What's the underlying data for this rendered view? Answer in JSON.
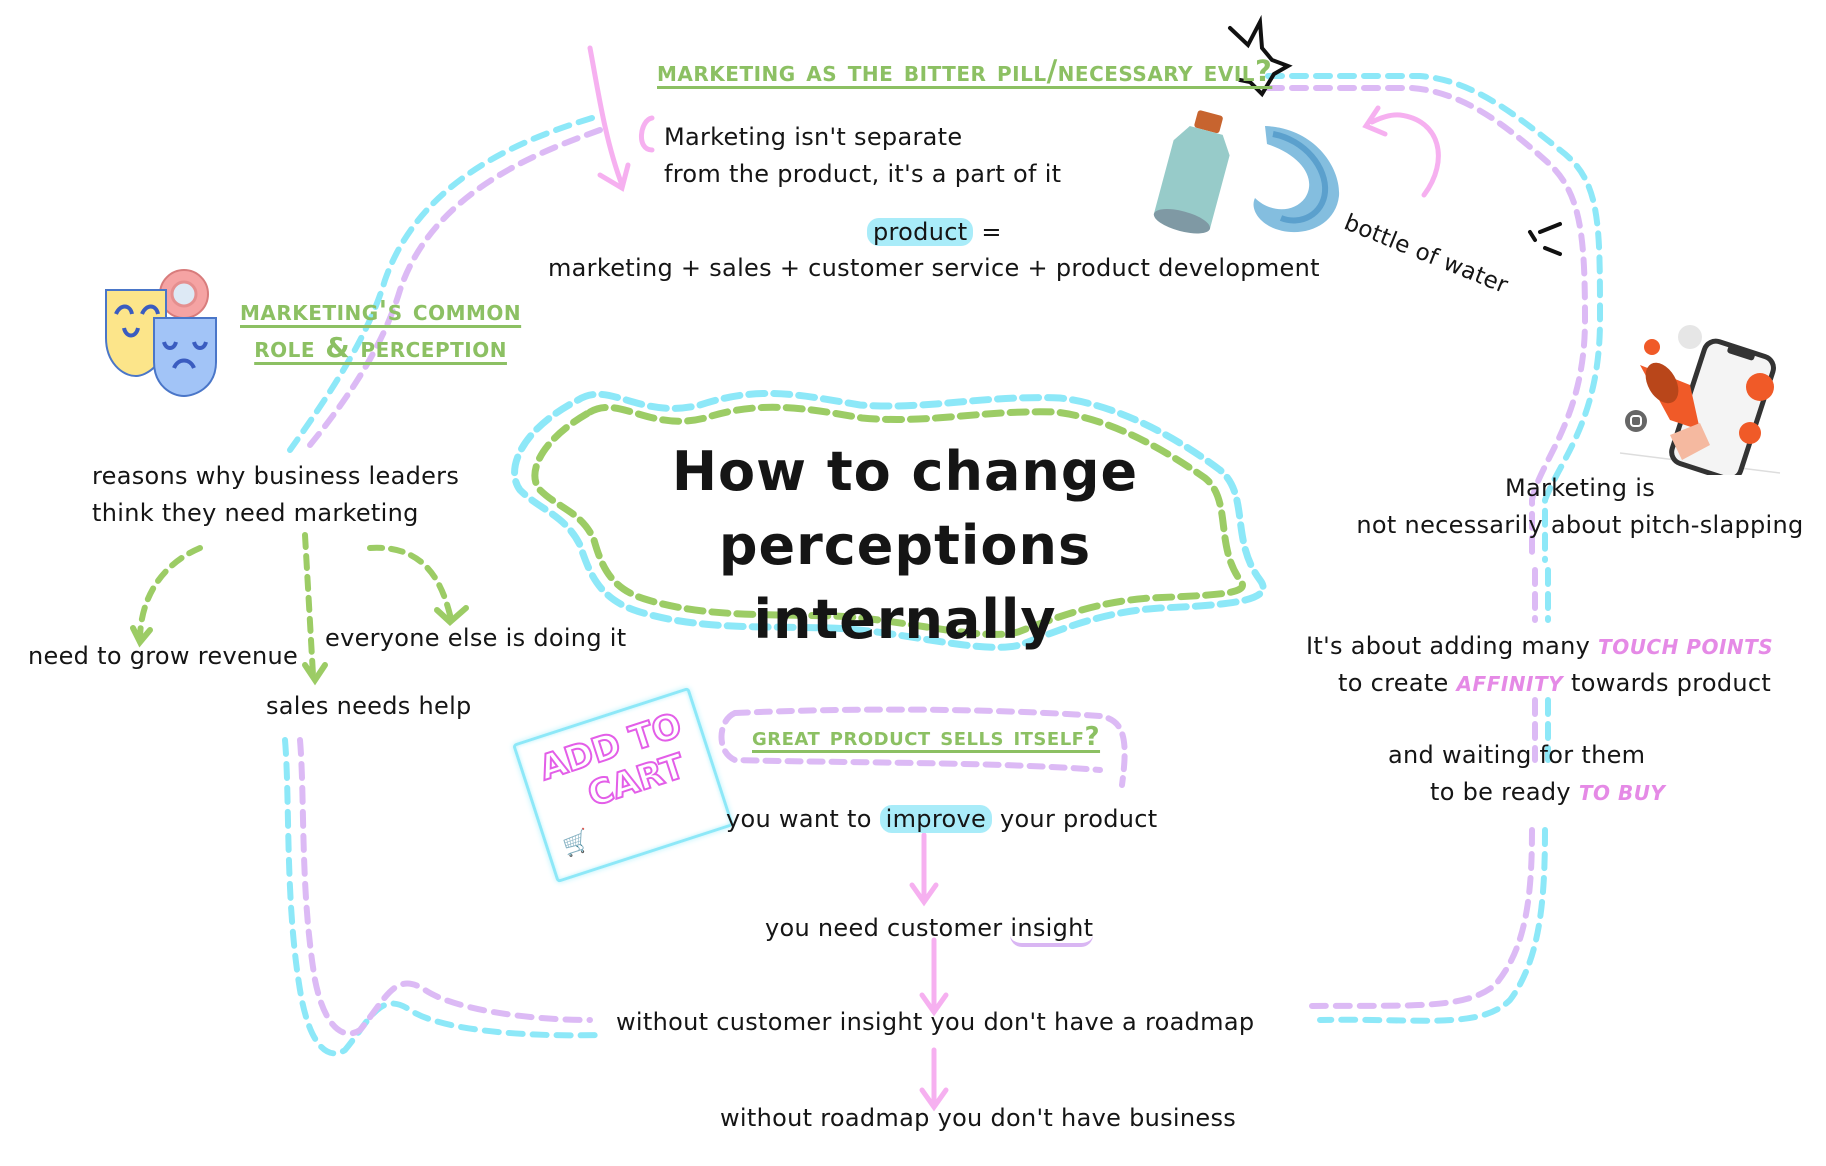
{
  "title": {
    "line1": "How to change",
    "line2": "perceptions internally"
  },
  "section_bitter_pill": {
    "heading": "Marketing as the bitter pill/necessary evil?",
    "line1": "Marketing isn't separate",
    "line2": "from the product, it's a part of it",
    "product_word": "product",
    "equals": " =",
    "formula": "marketing + sales + customer service + product development",
    "bottle_caption": "bottle of water"
  },
  "section_common_role": {
    "heading_line1": "Marketing's common",
    "heading_line2": "role & perception",
    "reasons_line1": "reasons why business leaders",
    "reasons_line2": "think they need marketing",
    "reasons": [
      "need to grow revenue",
      "sales needs help",
      "everyone else is doing it"
    ]
  },
  "section_pitch": {
    "line1": "Marketing is",
    "line2": "not necessarily about pitch-slapping",
    "touch_prefix": "It's about adding many ",
    "touch_highlight": "TOUCH POINTS",
    "affinity_prefix": "to create ",
    "affinity_highlight": "AFFINITY",
    "affinity_suffix": " towards product",
    "waiting_line1": "and waiting for them",
    "waiting_prefix": "to be ready ",
    "waiting_highlight": "TO BUY"
  },
  "section_great_product": {
    "heading": "Great product sells itself?",
    "cart_sign_line1": "ADD TO",
    "cart_sign_line2": "CART",
    "steps": [
      {
        "prefix": "you want to ",
        "highlight": "improve",
        "suffix": " your product"
      },
      {
        "prefix": "you need customer ",
        "highlight": "insight",
        "suffix": ""
      },
      {
        "prefix": "without customer insight you don't have a roadmap",
        "highlight": "",
        "suffix": ""
      },
      {
        "prefix": "without roadmap you don't have business",
        "highlight": "",
        "suffix": ""
      }
    ]
  },
  "colors": {
    "heading_green": "#8cc063",
    "dash_cyan": "#8de8f8",
    "dash_purple": "#dcbaf5",
    "dash_green": "#9ccc65",
    "arrow_pink": "#f6b0f0",
    "highlight_blue": "#a9ecf9",
    "accent_pink": "#e58ae6"
  }
}
